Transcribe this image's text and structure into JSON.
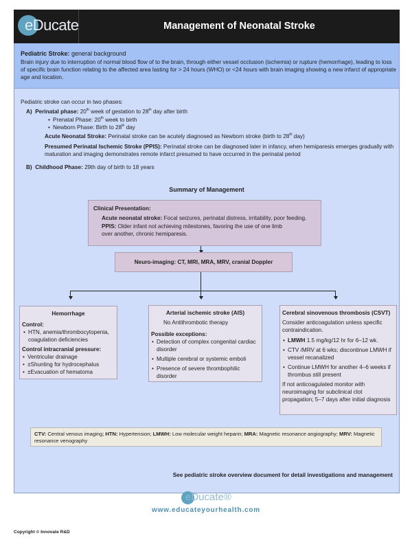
{
  "header": {
    "logo": "eDucate",
    "title": "Management of Neonatal Stroke"
  },
  "background": {
    "heading": "Pediatric Stroke:",
    "heading_rest": " general background",
    "text": "Brain injury due to interruption of normal blood flow of to the brain, through either vessel occlusion (ischemia) or rupture (hemorrhage), leading to loss of specific brain function relating to the affected area lasting for > 24 hours (WHO) or <24 hours with brain imaging showing a new infarct of appropriate age and location."
  },
  "phases": {
    "intro": "Pediatric stroke can occur in two phases:",
    "a_label": "A)",
    "a_title": "Perinatal phase:",
    "a_text": " 20th week of gestation to 28th day after birth",
    "a_bullets": [
      "Prenatal Phase: 20th week to birth",
      "Newborn Phase: Birth to 28th day"
    ],
    "acute_title": "Acute Neonatal Stroke:",
    "acute_text": " Perinatal stroke can be acutely diagnosed as Newborn stroke (birth to 28th day)",
    "ppis_title": "Presumed Perinatal Ischemic Stroke (PPIS):",
    "ppis_text": " Perinatal stroke can be diagnosed later in infancy, when hemiparesis emerges gradually with maturation and imaging demonstrates remote infarct presumed to have occurred in the perinatal period",
    "b_label": "B)",
    "b_title": "Childhood Phase:",
    "b_text": " 29th day of birth to 18 years"
  },
  "summary": {
    "title": "Summary of Management",
    "clinical": {
      "title": "Clinical Presentation:",
      "acute_label": "Acute neonatal stroke:",
      "acute_text": " Focal seizures, perinatal distress, irritability, poor feeding.",
      "ppis_label": "PPIS:",
      "ppis_text": " Older infant not achieving milestones, favoring the use of one limb over another, chronic hemiparesis."
    },
    "imaging": "Neuro-imaging: CT, MRI, MRA, MRV, cranial Doppler",
    "hemorrhage": {
      "title": "Hemorrhage",
      "control": "Control:",
      "control_items": [
        "HTN, anemia/thrombocytopenia, coagulation deficiencies"
      ],
      "icp": "Control intracranial pressure:",
      "icp_items": [
        "Ventricular drainage",
        "±Shunting for hydrocephalus",
        "±Evacuation of hematoma"
      ]
    },
    "ais": {
      "title": "Arterial ischemic stroke (AIS)",
      "text": "No Antithrombotic therapy",
      "exceptions": "Possible exceptions:",
      "items": [
        "Detection of  complex congenital cardiac disorder",
        "Multiple cerebral or systemic emboli",
        "Presence of severe thrombophilic disorder"
      ]
    },
    "csvt": {
      "title": "Cerebral sinovenous thrombosis (CSVT)",
      "text": "Consider anticoagulation unless specific contraindication.",
      "lmwh_label": "LMWH",
      "lmwh_text": " 1.5 mg/kg/12 hr for 6–12 wk.",
      "items": [
        "CTV /MRV at 6 wks; discontinue LMWH if vessel recanalized",
        "Continue LMWH for another 4–6 weeks if thrombus still present"
      ],
      "note": "If not anticoagulated monitor with neuroimaging for subclinical clot propagation; 5–7 days after initial diagnosis"
    }
  },
  "legend": [
    {
      "k": "CTV:",
      "v": " Central venous imaging; "
    },
    {
      "k": "HTN:",
      "v": " Hypertension; "
    },
    {
      "k": "LMWH:",
      "v": " Low molecular weight heparin; "
    },
    {
      "k": "MRA:",
      "v": " Magnetic resonance angiography; "
    },
    {
      "k": "MRV:",
      "v": " Magnetic resonance venography"
    }
  ],
  "see_also": "See pediatric stroke overview document for detail investigations and management",
  "footer": {
    "logo": "eDucate®",
    "url": "www.educateyourhealth.com",
    "copyright": "Copyright © Innovate R&D"
  },
  "colors": {
    "header": "#1b1b1b",
    "band": "#a3c1f5",
    "panel": "#cfdcfa",
    "clinical_box": "#d6c6dc",
    "result_box": "#e7e3ee",
    "legend_box": "#eeebe1",
    "url": "#4f8fae"
  }
}
